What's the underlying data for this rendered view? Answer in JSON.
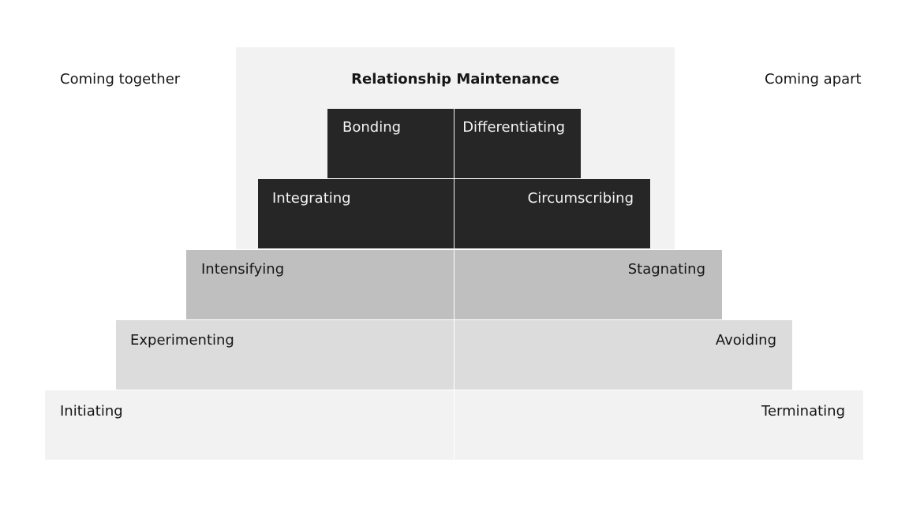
{
  "diagram": {
    "title": "Relationship Maintenance",
    "left_header": "Coming together",
    "right_header": "Coming apart",
    "stages": {
      "bonding": "Bonding",
      "differentiating": "Differentiating",
      "integrating": "Integrating",
      "circumscribing": "Circumscribing",
      "intensifying": "Intensifying",
      "stagnating": "Stagnating",
      "experimenting": "Experimenting",
      "avoiding": "Avoiding",
      "initiating": "Initiating",
      "terminating": "Terminating"
    },
    "colors": {
      "dark": "#262626",
      "mid": "#bfbfbf",
      "light": "#dcdcdc",
      "lightest": "#f2f2f2",
      "maintenance_background": "#f2f2f2",
      "divider": "#ffffff"
    }
  }
}
